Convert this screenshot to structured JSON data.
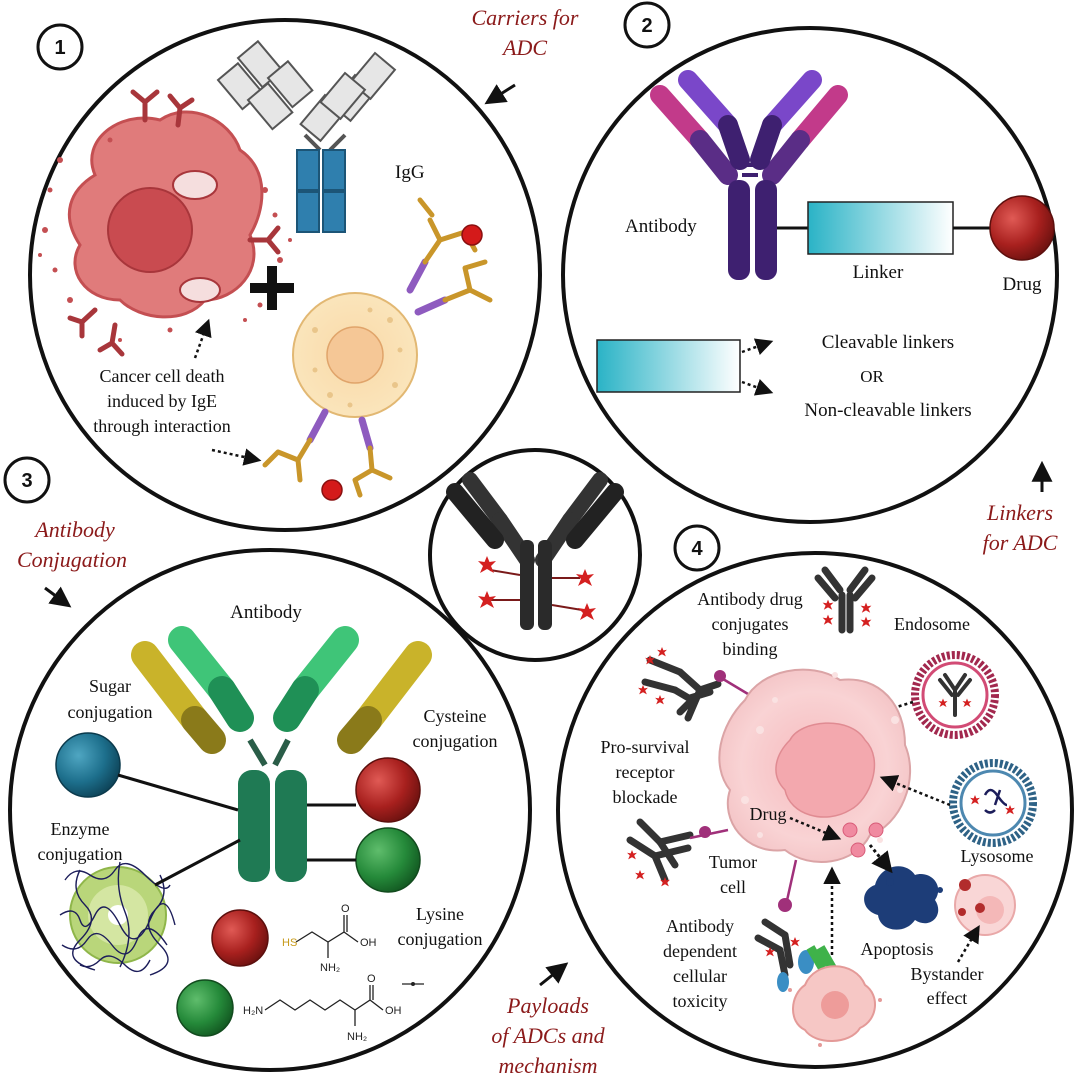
{
  "panels": {
    "p1": {
      "number": "1",
      "heading": [
        "Carriers for",
        "ADC"
      ],
      "igg_label": "IgG",
      "caption": [
        "Cancer cell death",
        "induced by IgE",
        "through interaction"
      ]
    },
    "p2": {
      "number": "2",
      "heading": [
        "Linkers",
        "for ADC"
      ],
      "antibody": "Antibody",
      "linker": "Linker",
      "drug": "Drug",
      "cleavable": "Cleavable linkers",
      "or": "OR",
      "noncleavable": "Non-cleavable linkers"
    },
    "p3": {
      "number": "3",
      "heading": [
        "Antibody",
        "Conjugation"
      ],
      "antibody": "Antibody",
      "sugar": [
        "Sugar",
        "conjugation"
      ],
      "cysteine": [
        "Cysteine",
        "conjugation"
      ],
      "enzyme": [
        "Enzyme",
        "conjugation"
      ],
      "lysine": [
        "Lysine",
        "conjugation"
      ],
      "chem": {
        "hs": "HS",
        "oh1": "OH",
        "o1": "O",
        "nh2a": "NH₂",
        "h2n": "H₂N",
        "oh2": "OH",
        "o2": "O",
        "nh2b": "NH₂"
      }
    },
    "p4": {
      "number": "4",
      "heading": [
        "Payloads",
        "of ADCs and",
        "mechanism"
      ],
      "adc_binding": [
        "Antibody drug",
        "conjugates",
        "binding"
      ],
      "endosome": "Endosome",
      "pro_survival": [
        "Pro-survival",
        "receptor",
        "blockade"
      ],
      "drug": "Drug",
      "tumor": [
        "Tumor",
        "cell"
      ],
      "lysosome": "Lysosome",
      "adcc": [
        "Antibody",
        "dependent",
        "cellular",
        "toxicity"
      ],
      "apoptosis": "Apoptosis",
      "bystander": [
        "Bystander",
        "effect"
      ]
    }
  },
  "colors": {
    "heading_red": "#8b1a1a",
    "igg_blue": "#2f7fae",
    "antibody_purple": "#3e2070",
    "antibody_green": "#1f7a54",
    "linker_cyan": "#35b7c9",
    "drug_red": "#a8201e",
    "star_red": "#d42020",
    "tumor_pink": "#f3c2c2"
  }
}
